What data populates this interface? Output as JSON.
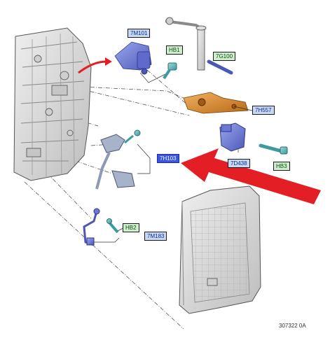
{
  "labels": {
    "l_7m101": "7M101",
    "l_hb1": "HB1",
    "l_7g100": "7G100",
    "l_7h557": "7H557",
    "l_7d438": "7D438",
    "l_hb3": "HB3",
    "l_7h103": "7H103",
    "l_hb2": "HB2",
    "l_7m183": "7M183"
  },
  "drawing_code": "307322 0A",
  "colors": {
    "accent_arrow": "#e31e24",
    "callout_blue": "#c9d9f5",
    "callout_green": "#cfeecf",
    "selected_callout": "#3a55e6",
    "part_blue": "#6f7fd8",
    "part_orange": "#d98a2b",
    "casting_gray": "#d9d9d9"
  }
}
